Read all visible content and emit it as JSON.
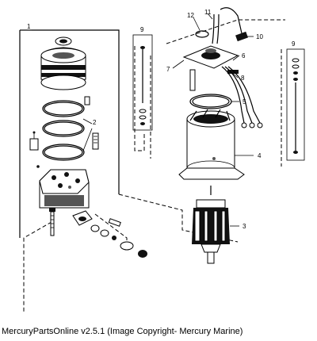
{
  "diagram": {
    "callouts": [
      "1",
      "2",
      "3",
      "4",
      "5",
      "6",
      "7",
      "8",
      "9",
      "9",
      "10",
      "11",
      "12"
    ]
  },
  "caption": "MercuryPartsOnline v2.5.1 (Image Copyright- Mercury Marine)"
}
